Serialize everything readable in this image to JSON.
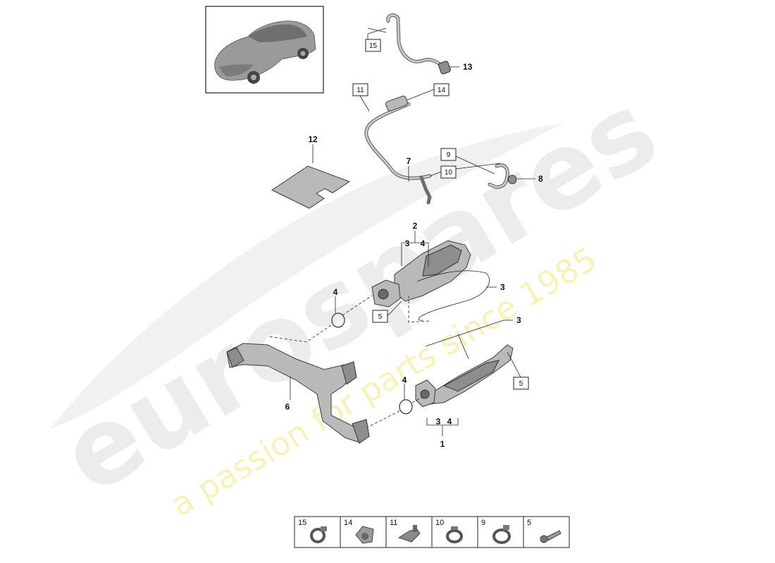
{
  "callouts": {
    "p1": "1",
    "p2": "2",
    "p3a": "3",
    "p4a": "4",
    "p3b": "3",
    "p3c": "3",
    "p4b": "4",
    "p5a": "5",
    "p5b": "5",
    "p6": "6",
    "p4c": "4",
    "p3d": "3",
    "p4d": "4",
    "p7": "7",
    "p8": "8",
    "p9": "9",
    "p10": "10",
    "p11": "11",
    "p12": "12",
    "p13": "13",
    "p14": "14",
    "p15": "15"
  },
  "legend": [
    {
      "number": "15",
      "icon": "hose-clamp-icon"
    },
    {
      "number": "14",
      "icon": "bracket-clip-icon"
    },
    {
      "number": "11",
      "icon": "holder-clip-icon"
    },
    {
      "number": "10",
      "icon": "spring-clamp-icon"
    },
    {
      "number": "9",
      "icon": "band-clamp-icon"
    },
    {
      "number": "5",
      "icon": "bolt-icon"
    }
  ],
  "watermark": {
    "brand": "eurospares",
    "tagline": "a passion for parts since 1985"
  }
}
